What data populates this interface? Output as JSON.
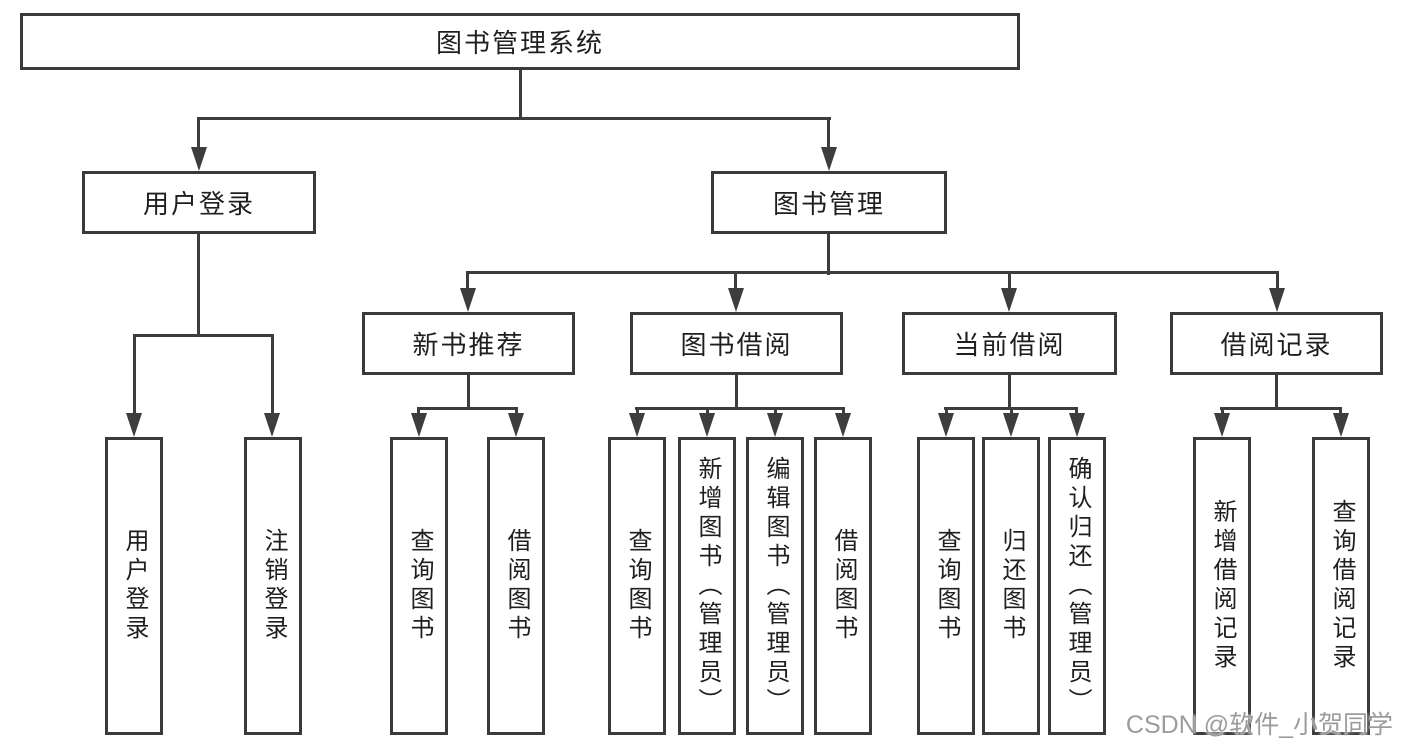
{
  "tree": {
    "label": "图书管理系统",
    "children": [
      {
        "label": "用户登录",
        "children": [
          {
            "label": "用户登录"
          },
          {
            "label": "注销登录"
          }
        ]
      },
      {
        "label": "图书管理",
        "children": [
          {
            "label": "新书推荐",
            "children": [
              {
                "label": "查询图书"
              },
              {
                "label": "借阅图书"
              }
            ]
          },
          {
            "label": "图书借阅",
            "children": [
              {
                "label": "查询图书"
              },
              {
                "label": "新增图书（管理员）"
              },
              {
                "label": "编辑图书（管理员）"
              },
              {
                "label": "借阅图书"
              }
            ]
          },
          {
            "label": "当前借阅",
            "children": [
              {
                "label": "查询图书"
              },
              {
                "label": "归还图书"
              },
              {
                "label": "确认归还（管理员）"
              }
            ]
          },
          {
            "label": "借阅记录",
            "children": [
              {
                "label": "新增借阅记录"
              },
              {
                "label": "查询借阅记录"
              }
            ]
          }
        ]
      }
    ]
  },
  "watermark": {
    "text": "CSDN @软件_小贺同学"
  },
  "colors": {
    "line": "#3d3d3d",
    "border": "#3a3a3a",
    "fill": "#ffffff",
    "text": "#1f1f1f",
    "watermark": "#9c9c9c"
  }
}
